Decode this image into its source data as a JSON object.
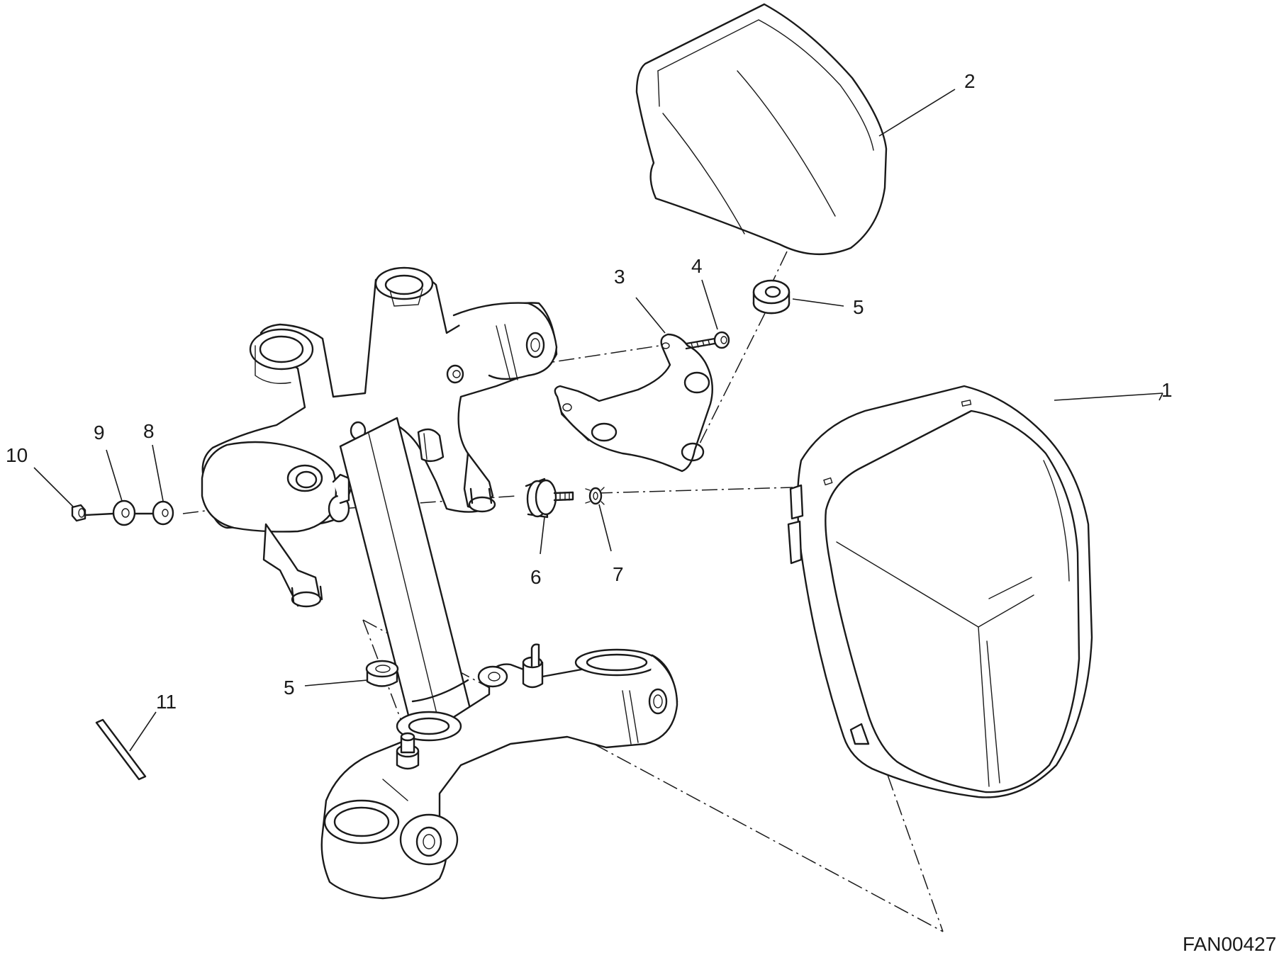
{
  "callouts": {
    "c1": "1",
    "c2": "2",
    "c3": "3",
    "c4": "4",
    "c5a": "5",
    "c5b": "5",
    "c6": "6",
    "c7": "7",
    "c8": "8",
    "c9": "9",
    "c10": "10",
    "c11": "11"
  },
  "drawing_code": "FAN00427"
}
